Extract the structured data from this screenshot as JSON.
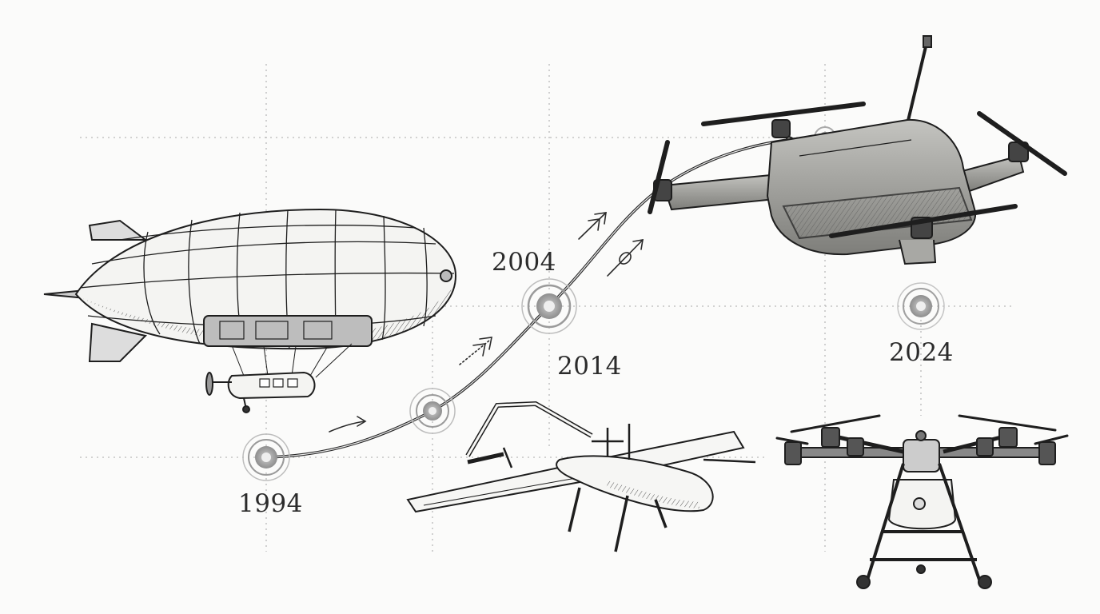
{
  "timeline": {
    "years": [
      "1994",
      "2004",
      "2014",
      "2024"
    ]
  },
  "colors": {
    "background": "#fbfbfa",
    "ink": "#222222",
    "grid": "#b9b9b9",
    "marker": "#8a8a8a",
    "drone_body": "#9a9a96"
  },
  "icons": [
    "airship-icon",
    "fixed-wing-vtol-drone-icon",
    "quadcopter-drone-icon",
    "agricultural-hexacopter-icon"
  ]
}
